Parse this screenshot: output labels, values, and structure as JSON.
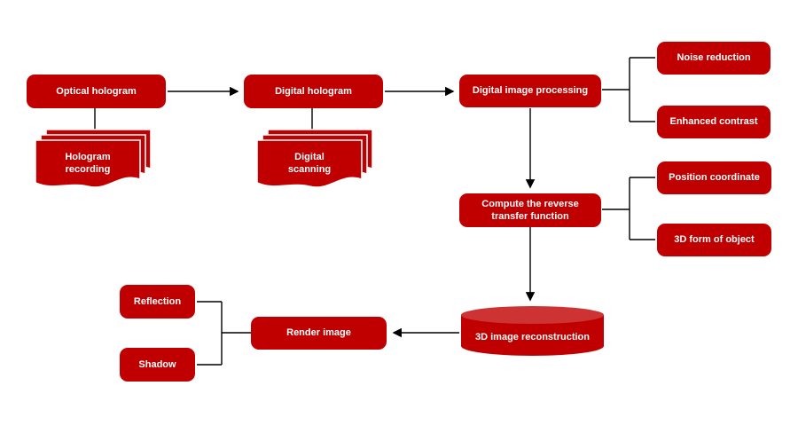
{
  "diagram": {
    "colors": {
      "node_fill": "#C00000",
      "cylinder_top_fill": "#CE3333",
      "text": "#FFFFFF",
      "connector": "#000000",
      "background": "#FFFFFF"
    },
    "nodes": {
      "optical_hologram": "Optical hologram",
      "digital_hologram": "Digital hologram",
      "digital_image_processing": "Digital image processing",
      "noise_reduction": "Noise reduction",
      "enhanced_contrast": "Enhanced contrast",
      "hologram_recording": "Hologram\nrecording",
      "digital_scanning": "Digital\nscanning",
      "compute_reverse": "Compute the reverse\ntransfer function",
      "position_coordinate": "Position coordinate",
      "form_of_object_3d": "3D form of object",
      "image_reconstruction_3d": "3D image reconstruction",
      "render_image": "Render image",
      "reflection": "Reflection",
      "shadow": "Shadow"
    }
  }
}
